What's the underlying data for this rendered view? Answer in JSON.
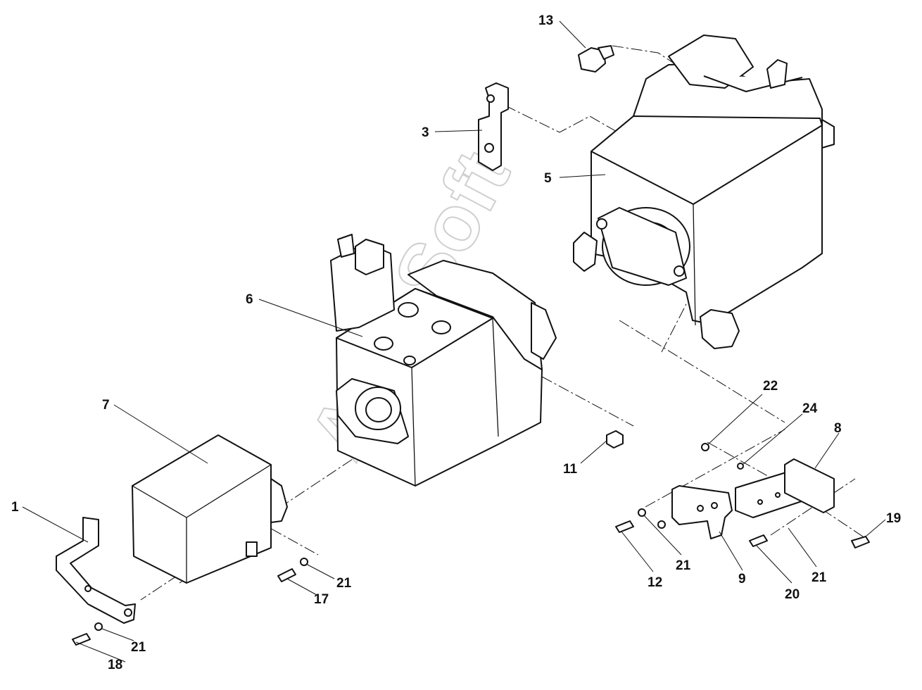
{
  "diagram": {
    "watermark": "AutoSoft",
    "callouts": [
      {
        "id": "c13",
        "label": "13"
      },
      {
        "id": "c3",
        "label": "3"
      },
      {
        "id": "c5",
        "label": "5"
      },
      {
        "id": "c6",
        "label": "6"
      },
      {
        "id": "c7",
        "label": "7"
      },
      {
        "id": "c1",
        "label": "1"
      },
      {
        "id": "c21a",
        "label": "21"
      },
      {
        "id": "c17",
        "label": "17"
      },
      {
        "id": "c21b",
        "label": "21"
      },
      {
        "id": "c18",
        "label": "18"
      },
      {
        "id": "c11",
        "label": "11"
      },
      {
        "id": "c22",
        "label": "22"
      },
      {
        "id": "c24",
        "label": "24"
      },
      {
        "id": "c8",
        "label": "8"
      },
      {
        "id": "c19",
        "label": "19"
      },
      {
        "id": "c21c",
        "label": "21"
      },
      {
        "id": "c12",
        "label": "12"
      },
      {
        "id": "c9",
        "label": "9"
      },
      {
        "id": "c21d",
        "label": "21"
      },
      {
        "id": "c20",
        "label": "20"
      }
    ]
  }
}
